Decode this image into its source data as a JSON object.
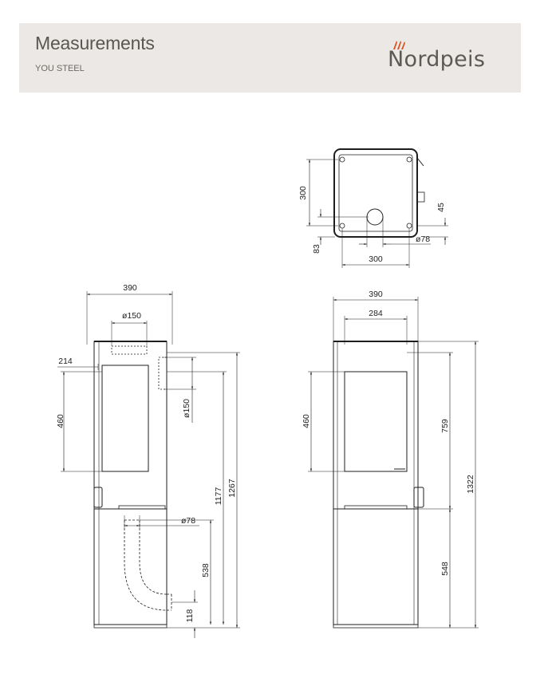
{
  "header": {
    "title": "Measurements",
    "subtitle": "YOU STEEL",
    "logo_text": "Nordpeis",
    "logo_accent_color": "#d9541e"
  },
  "top_view": {
    "depth": "300",
    "width": "300",
    "offset_right": "45",
    "offset_front": "83",
    "outlet_diameter": "ø78"
  },
  "side_view": {
    "total_depth": "390",
    "flue_diameter": "ø150",
    "rear_outlet_height_offset": "214",
    "glass_height": "460",
    "rear_outlet_diameter": "ø150",
    "flue_height": "1177",
    "total_height": "1267",
    "air_intake_diameter": "ø78",
    "air_intake_height": "538",
    "air_intake_bottom": "118"
  },
  "front_view": {
    "total_width": "390",
    "top_width": "284",
    "glass_height": "460",
    "glass_top_height": "759",
    "total_height": "1322",
    "lower_section_height": "548"
  }
}
